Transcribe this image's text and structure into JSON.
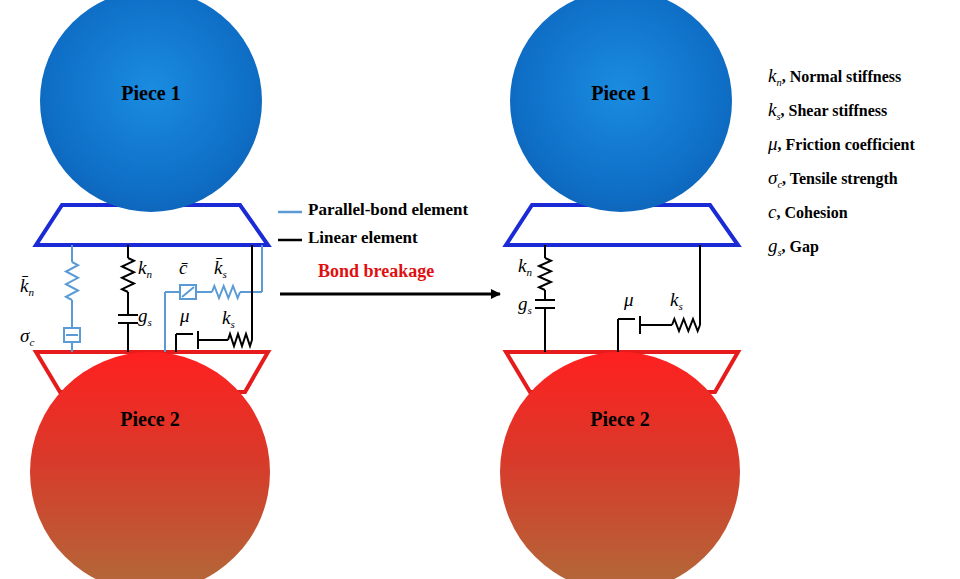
{
  "diagram": {
    "nodes": [
      {
        "text": [
          "Piece 1"
        ]
      },
      {
        "text": [
          "Piece 2"
        ]
      },
      {
        "text": [
          "Piece 1"
        ]
      },
      {
        "text": [
          "Piece 2"
        ]
      }
    ],
    "labels": [
      "k̄n",
      "σc",
      "kn",
      "gs",
      "c̄",
      "k̄s",
      "μ",
      "ks",
      "Bond breakage",
      "kn",
      "gs",
      "μ",
      "ks",
      "kn, Normal stiffness",
      "ks, Shear stiffness",
      "μ, Friction coefficient",
      "σc, Tensile strength",
      "c, Cohesion",
      "gs, Gap"
    ],
    "legend": [
      {
        "text": "Parallel-bond element"
      },
      {
        "text": "Linear element"
      }
    ]
  }
}
